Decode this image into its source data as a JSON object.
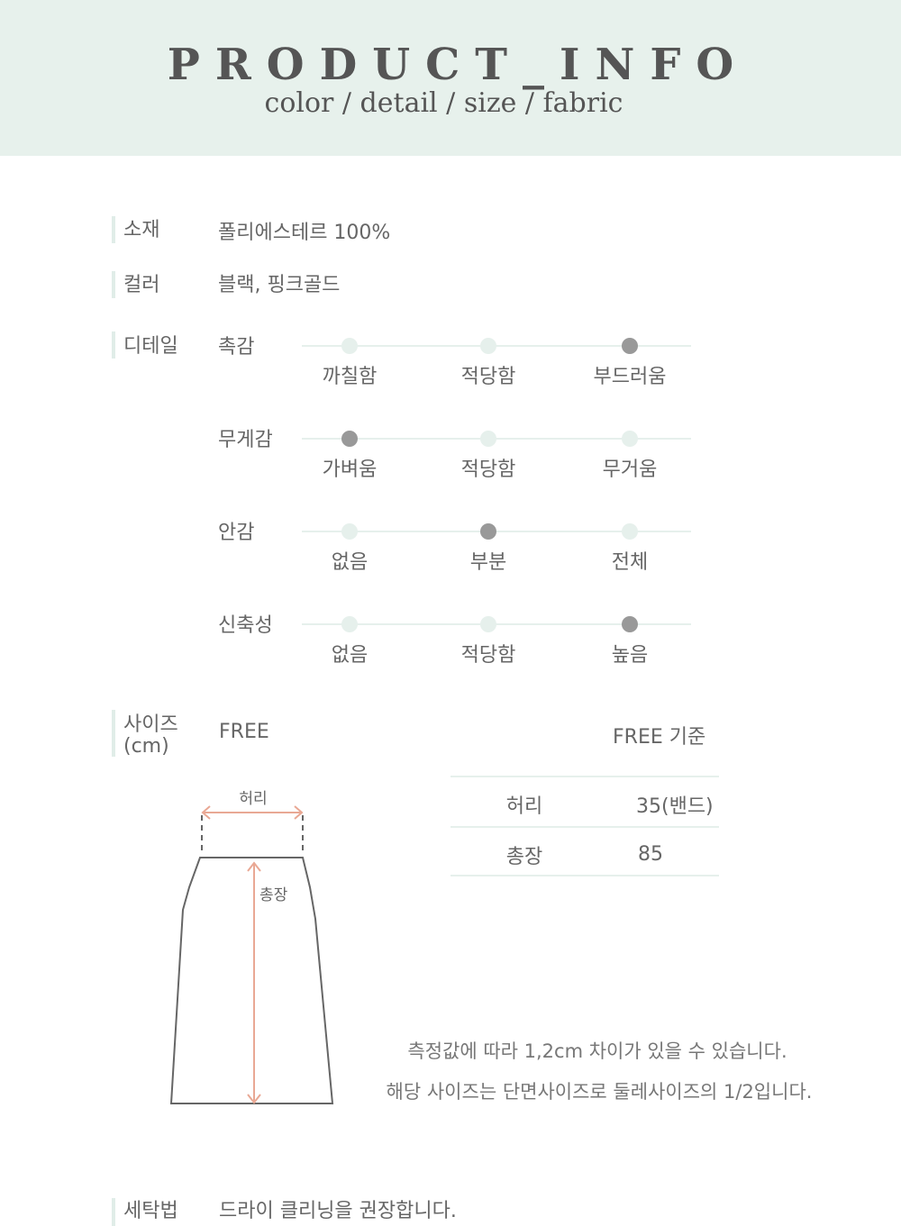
{
  "header": {
    "title": "PRODUCT_INFO",
    "subtitle": "color / detail / size / fabric"
  },
  "material": {
    "label": "소재",
    "value": "폴리에스테르 100%"
  },
  "color": {
    "label": "컬러",
    "value": "블랙, 핑크골드"
  },
  "detail": {
    "label": "디테일",
    "scales": [
      {
        "name": "촉감",
        "options": [
          "까칠함",
          "적당함",
          "부드러움"
        ],
        "selected": 2
      },
      {
        "name": "무게감",
        "options": [
          "가벼움",
          "적당함",
          "무거움"
        ],
        "selected": 0
      },
      {
        "name": "안감",
        "options": [
          "없음",
          "부분",
          "전체"
        ],
        "selected": 1
      },
      {
        "name": "신축성",
        "options": [
          "없음",
          "적당함",
          "높음"
        ],
        "selected": 2
      }
    ]
  },
  "size": {
    "label": "사이즈",
    "unit": "(cm)",
    "size_name": "FREE",
    "table_title": "FREE  기준",
    "rows": [
      {
        "name": "허리",
        "value": "35(밴드)"
      },
      {
        "name": "총장",
        "value": "85"
      }
    ],
    "diagram": {
      "waist": "허리",
      "length": "총장"
    },
    "notes": [
      "측정값에 따라 1,2cm 차이가 있을 수 있습니다.",
      "해당 사이즈는 단면사이즈로 둘레사이즈의 1/2입니다."
    ]
  },
  "washing": {
    "label": "세탁법",
    "value": "드라이 클리닝을 권장합니다."
  },
  "colors": {
    "accent": "#e7f1ec",
    "active_dot": "#999999",
    "arrow": "#e9a894"
  }
}
